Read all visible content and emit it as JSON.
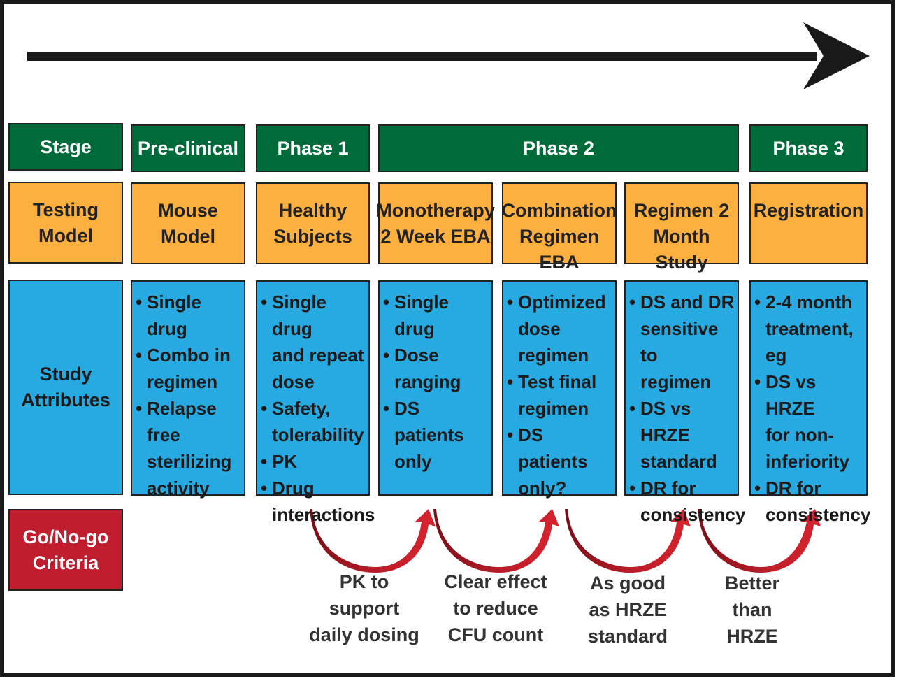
{
  "colors": {
    "stage_green": "#006b3a",
    "model_orange": "#fbb040",
    "attributes_blue": "#27aae1",
    "criteria_red": "#c01e2e",
    "arrow_dark": "#1a1a1a",
    "curve_red": "#a01820"
  },
  "row_labels": {
    "stage": "Stage",
    "testing_model": "Testing\nModel",
    "study_attributes": "Study\nAttributes",
    "criteria": "Go/No-go\nCriteria"
  },
  "stages": {
    "preclinical": "Pre-clinical",
    "phase1": "Phase 1",
    "phase2": "Phase 2",
    "phase3": "Phase 3"
  },
  "models": {
    "mouse": "Mouse\nModel",
    "healthy": "Healthy\nSubjects",
    "monotherapy": "Monotherapy\n2 Week EBA",
    "combination": "Combination\nRegimen EBA",
    "regimen2": "Regimen 2\nMonth Study",
    "registration": "Registration"
  },
  "attributes": {
    "mouse": [
      "Single drug",
      "Combo in\nregimen",
      "Relapse\nfree\nsterilizing\nactivity"
    ],
    "healthy": [
      "Single drug\nand repeat\ndose",
      "Safety,\ntolerability",
      "PK",
      "Drug\ninteractions"
    ],
    "monotherapy": [
      "Single drug",
      "Dose\nranging",
      "DS patients\nonly"
    ],
    "combination": [
      "Optimized\ndose\nregimen",
      "Test final\nregimen",
      "DS patients\nonly?"
    ],
    "regimen2": [
      "DS and DR\nsensitive to\nregimen",
      "DS vs HRZE\nstandard",
      "DR for\nconsistency"
    ],
    "registration": [
      "2-4 month\ntreatment, eg",
      "DS vs HRZE\nfor non-\ninferiority",
      "DR for\nconsistency"
    ]
  },
  "criteria": {
    "c1": "PK to\nsupport\ndaily dosing",
    "c2": "Clear effect\nto reduce\nCFU count",
    "c3": "As good\nas HRZE\nstandard",
    "c4": "Better\nthan\nHRZE"
  }
}
